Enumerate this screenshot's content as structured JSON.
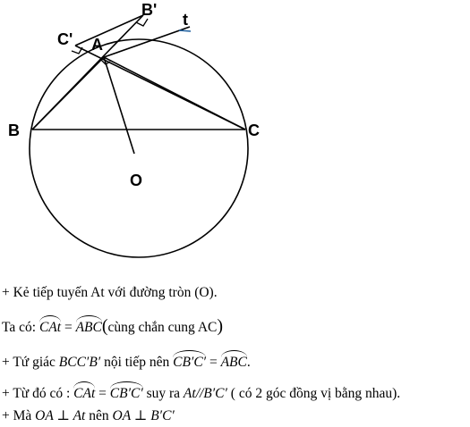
{
  "figure": {
    "labels": {
      "B_prime": "B'",
      "C_prime": "C'",
      "A": "A",
      "t": "t",
      "B": "B",
      "C": "C",
      "O": "O"
    }
  },
  "solution": {
    "step1": "+ Kẻ tiếp tuyến At với đường tròn (O).",
    "step2": {
      "prefix": "Ta có: ",
      "arc_left": "CAt",
      "eq": " = ",
      "arc_right": "ABC",
      "note": "cùng chắn cung AC"
    },
    "step3": {
      "prefix": "+ Tứ giác ",
      "quad": "BCC′B′",
      "mid": " nội tiếp nên ",
      "arc_left": "CB′C′",
      "eq": " = ",
      "arc_right": "ABC",
      "end": "."
    },
    "step4": {
      "prefix": "+ Từ đó có : ",
      "arc_left": "CAt",
      "eq": " = ",
      "arc_right": "CB′C′",
      "mid": " suy ra ",
      "parallel": "At//B′C′",
      "end": " ( có 2 góc đồng vị bằng nhau)."
    },
    "step5": {
      "prefix": "+ Mà ",
      "perp1": "OA ⊥ At",
      "mid": " nên ",
      "perp2": "OA ⊥ B′C′"
    }
  }
}
